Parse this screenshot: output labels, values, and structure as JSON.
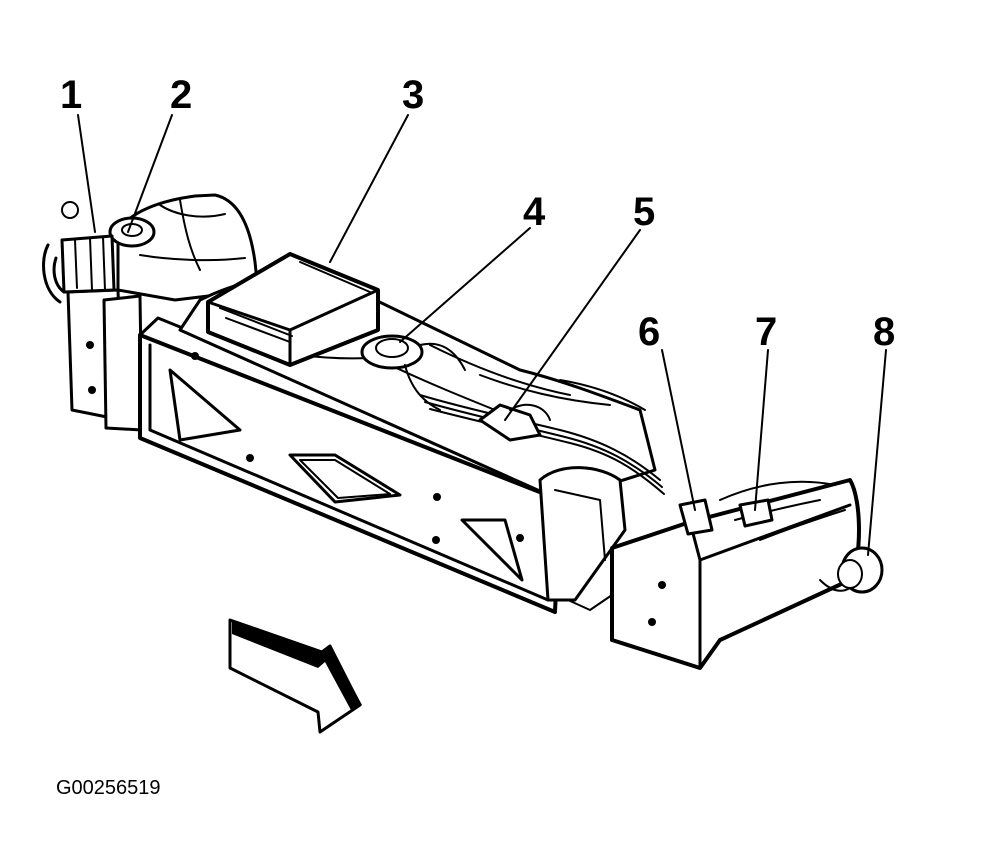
{
  "diagram": {
    "callouts": [
      "1",
      "2",
      "3",
      "4",
      "5",
      "6",
      "7",
      "8"
    ],
    "figure_id": "G00256519"
  }
}
